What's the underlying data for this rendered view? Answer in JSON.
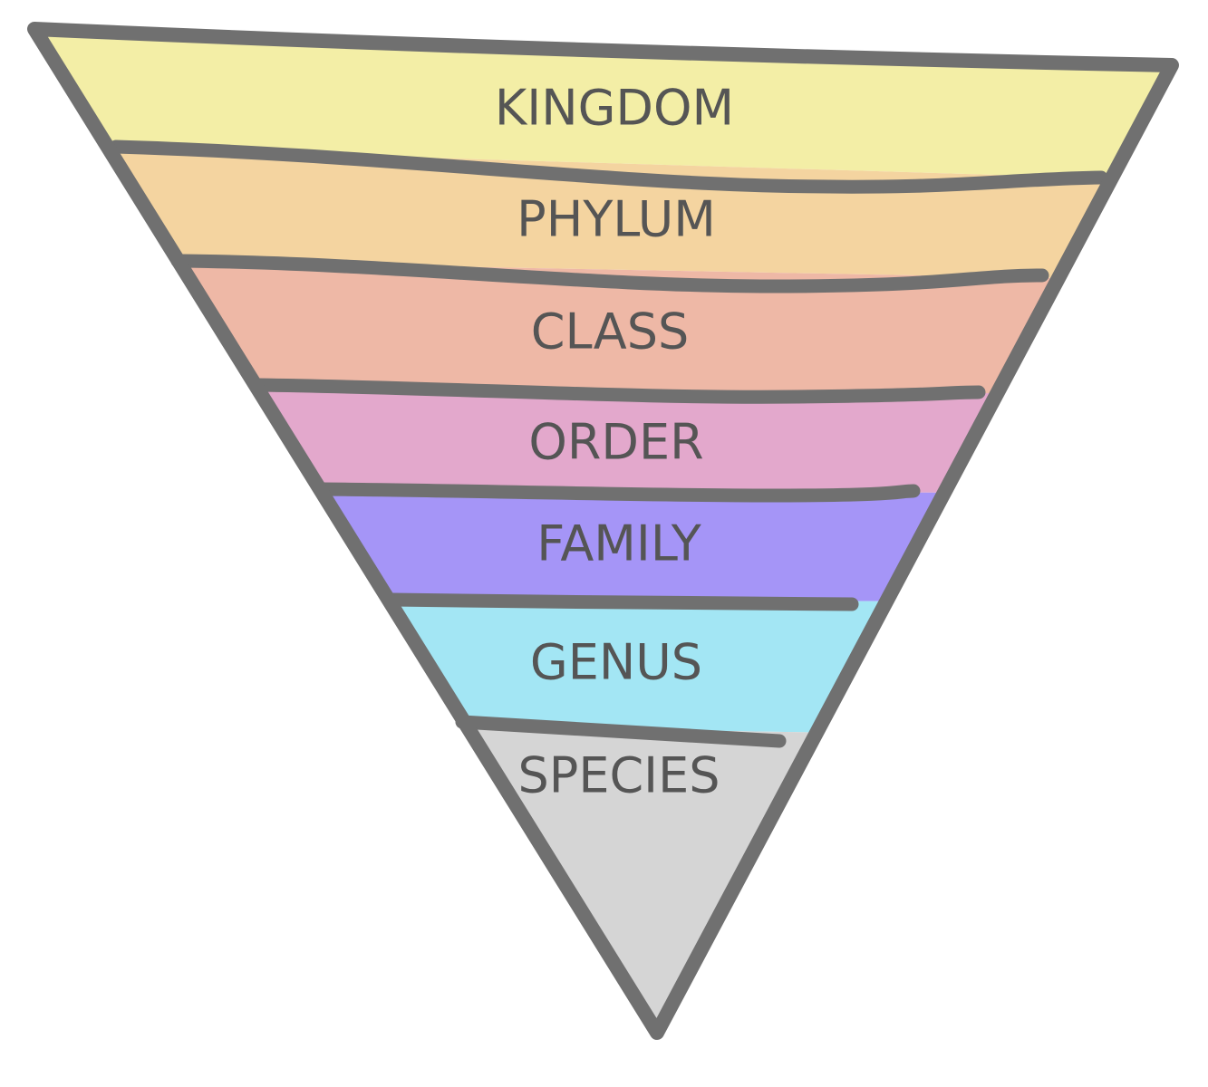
{
  "diagram": {
    "type": "inverted-pyramid",
    "levels": [
      {
        "label": "KINGDOM",
        "color": "#f3eea6"
      },
      {
        "label": "PHYLUM",
        "color": "#f4d4a0"
      },
      {
        "label": "CLASS",
        "color": "#eeb8a6"
      },
      {
        "label": "ORDER",
        "color": "#e3a8cc"
      },
      {
        "label": "FAMILY",
        "color": "#a595f7"
      },
      {
        "label": "GENUS",
        "color": "#a3e6f4"
      },
      {
        "label": "SPECIES",
        "color": "#d5d5d5"
      }
    ],
    "outline_color": "#707070",
    "text_color": "#555555"
  }
}
